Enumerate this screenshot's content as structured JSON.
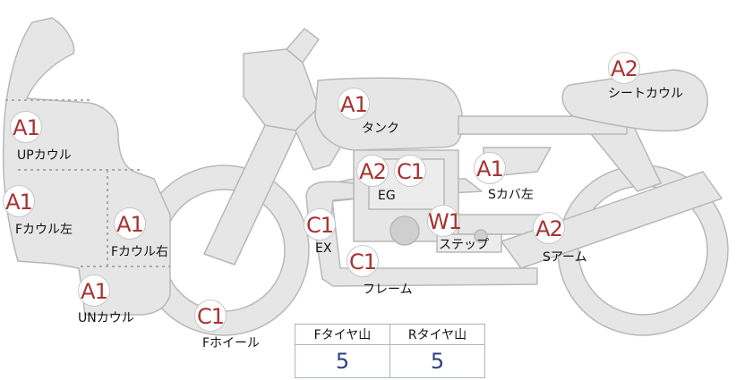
{
  "parts": [
    {
      "id": "up-cowl",
      "code": "A1",
      "label": "UPカウル"
    },
    {
      "id": "f-cowl-left",
      "code": "A1",
      "label": "Fカウル左"
    },
    {
      "id": "f-cowl-right",
      "code": "A1",
      "label": "Fカウル右"
    },
    {
      "id": "un-cowl",
      "code": "A1",
      "label": "UNカウル"
    },
    {
      "id": "f-wheel",
      "code": "C1",
      "label": "Fホイール"
    },
    {
      "id": "tank",
      "code": "A1",
      "label": "タンク"
    },
    {
      "id": "eg",
      "code1": "A2",
      "code2": "C1",
      "label": "EG"
    },
    {
      "id": "ex",
      "code": "C1",
      "label": "EX"
    },
    {
      "id": "frame",
      "code": "C1",
      "label": "フレーム"
    },
    {
      "id": "step",
      "code": "W1",
      "label": "ステップ"
    },
    {
      "id": "s-cover-left",
      "code": "A1",
      "label": "Sカバ左"
    },
    {
      "id": "s-arm",
      "code": "A2",
      "label": "Sアーム"
    },
    {
      "id": "seat-cowl",
      "code": "A2",
      "label": "シートカウル"
    }
  ],
  "tire_table": {
    "front_header": "Fタイヤ山",
    "rear_header": "Rタイヤ山",
    "front_value": "5",
    "rear_value": "5"
  },
  "colors": {
    "badge_text": "#a83232",
    "part_fill": "#e6e6e6",
    "part_stroke": "#b8b8b8",
    "table_value": "#2f3f86"
  }
}
